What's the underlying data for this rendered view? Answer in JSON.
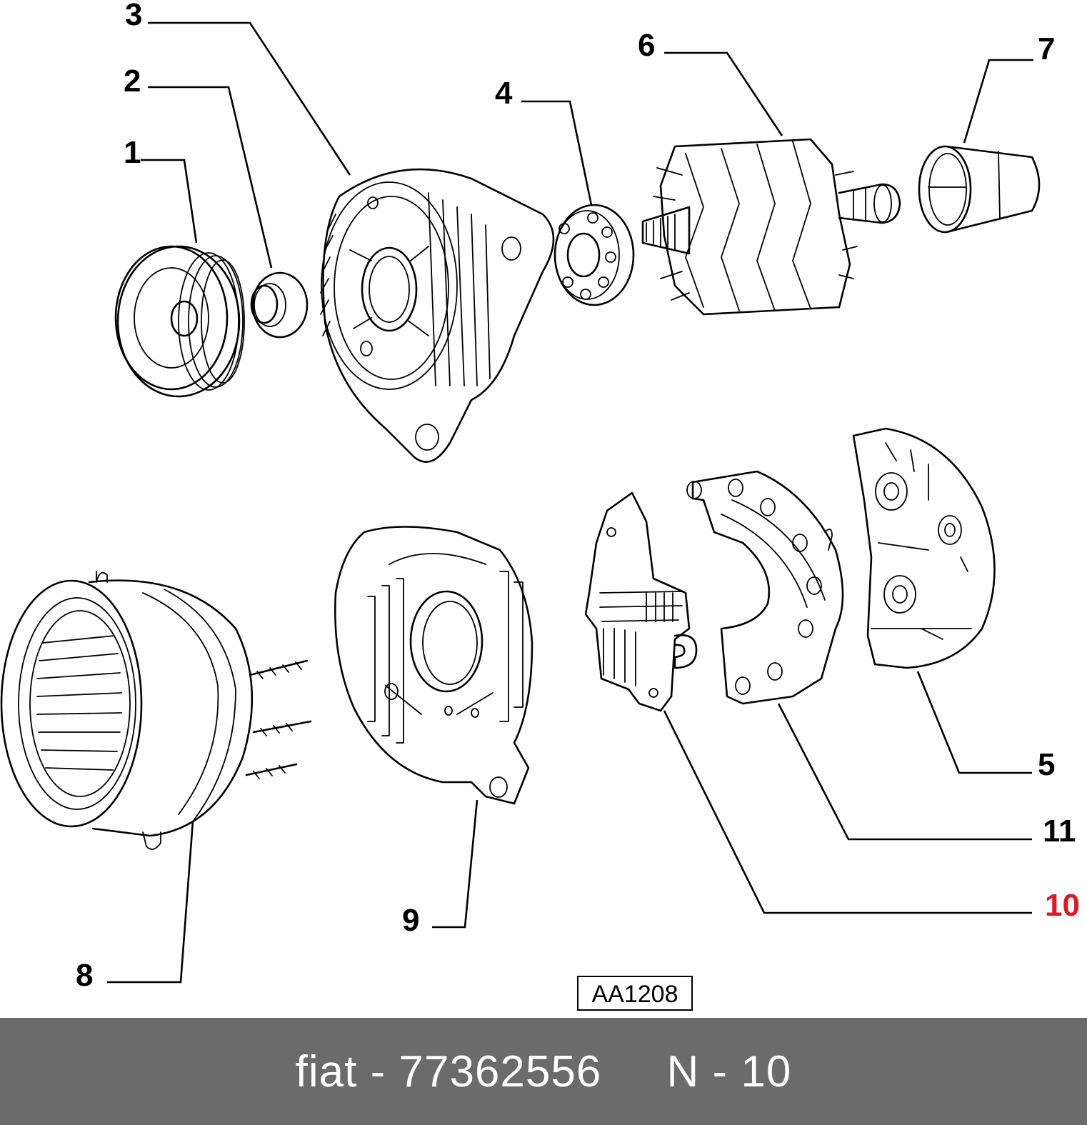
{
  "diagram": {
    "callouts": [
      {
        "id": "1",
        "label": "1"
      },
      {
        "id": "2",
        "label": "2"
      },
      {
        "id": "3",
        "label": "3"
      },
      {
        "id": "4",
        "label": "4"
      },
      {
        "id": "5",
        "label": "5"
      },
      {
        "id": "6",
        "label": "6"
      },
      {
        "id": "7",
        "label": "7"
      },
      {
        "id": "8",
        "label": "8"
      },
      {
        "id": "9",
        "label": "9"
      },
      {
        "id": "10",
        "label": "10",
        "highlighted": true
      },
      {
        "id": "11",
        "label": "11"
      }
    ],
    "drawing_code": "AA1208",
    "highlight_color": "#d41c2a"
  },
  "footer": {
    "brand": "fiat",
    "separator": "-",
    "part_number": "77362556",
    "position_label": "N",
    "position_value": "10",
    "background": "#6b6b6b",
    "text_color": "#ffffff"
  }
}
